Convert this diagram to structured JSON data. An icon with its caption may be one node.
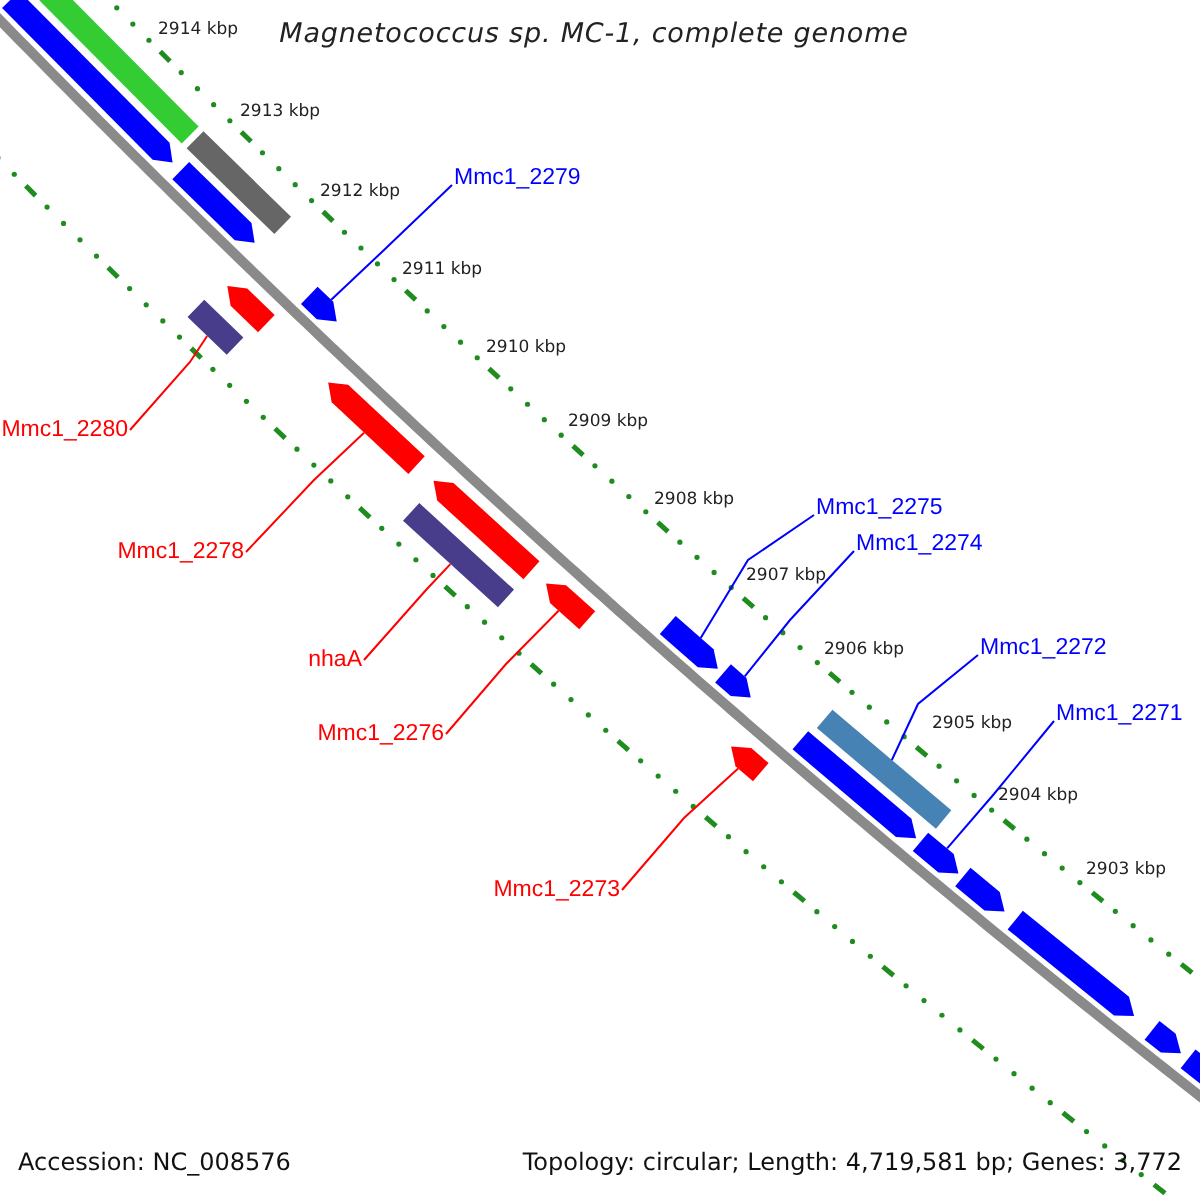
{
  "diagram": {
    "title": "Magnetococcus sp. MC-1, complete genome",
    "nodes": [
      {
        "text": [
          "Mmc1_2279"
        ]
      },
      {
        "text": [
          "Mmc1_2280"
        ]
      },
      {
        "text": [
          "Mmc1_2278"
        ]
      },
      {
        "text": [
          "Mmc1_2275"
        ]
      },
      {
        "text": [
          "Mmc1_2274"
        ]
      },
      {
        "text": [
          "nhaA"
        ]
      },
      {
        "text": [
          "Mmc1_2272"
        ]
      },
      {
        "text": [
          "Mmc1_2276"
        ]
      },
      {
        "text": [
          "Mmc1_2271"
        ]
      },
      {
        "text": [
          "Mmc1_2273"
        ]
      },
      {
        "text": [],
        "shape": "bar"
      },
      {
        "text": [],
        "shape": "bar"
      },
      {
        "text": [],
        "shape": "bar"
      },
      {
        "text": [],
        "shape": "bar"
      },
      {
        "text": [],
        "shape": "bar"
      },
      {
        "text": [],
        "shape": "bar"
      },
      {
        "text": [],
        "shape": "bar"
      },
      {
        "text": [],
        "shape": "bar"
      },
      {
        "text": [],
        "shape": "bar"
      },
      {
        "text": [],
        "shape": "bar"
      },
      {
        "text": [],
        "shape": "bar"
      },
      {
        "text": [],
        "shape": "bar"
      },
      {
        "text": [],
        "shape": "bar"
      },
      {
        "text": [],
        "shape": "bar"
      },
      {
        "text": [],
        "shape": "bar"
      },
      {
        "text": [],
        "shape": "bar"
      },
      {
        "text": [],
        "shape": "bar"
      },
      {
        "text": [],
        "shape": "bar"
      },
      {
        "text": [],
        "shape": "bar"
      },
      {
        "text": [],
        "shape": "bar"
      },
      {
        "text": [],
        "shape": "bar"
      }
    ],
    "edges": [
      {
        "from": 0,
        "to": 16,
        "arrow": "none"
      },
      {
        "from": 1,
        "to": 14,
        "arrow": "none",
        "color": "#ff0000"
      },
      {
        "from": 2,
        "to": 17,
        "arrow": "none",
        "color": "#ff0000"
      },
      {
        "from": 3,
        "to": 21,
        "arrow": "none"
      },
      {
        "from": 4,
        "to": 22,
        "arrow": "none"
      },
      {
        "from": 5,
        "to": 19,
        "arrow": "none",
        "color": "#ff0000"
      },
      {
        "from": 6,
        "to": 24,
        "arrow": "none"
      },
      {
        "from": 7,
        "to": 20,
        "arrow": "none",
        "color": "#ff0000"
      },
      {
        "from": 8,
        "to": 26,
        "arrow": "none"
      },
      {
        "from": 9,
        "to": 23,
        "arrow": "none",
        "color": "#ff0000"
      }
    ],
    "labels": [
      "2914 kbp",
      "2913 kbp",
      "2912 kbp",
      "2911 kbp",
      "2910 kbp",
      "2909 kbp",
      "2908 kbp",
      "2907 kbp",
      "2906 kbp",
      "2905 kbp",
      "2904 kbp",
      "2903 kbp",
      "Accession: NC_008576",
      "Topology: circular; Length: 4,719,581 bp; Genes: 3,772"
    ]
  }
}
